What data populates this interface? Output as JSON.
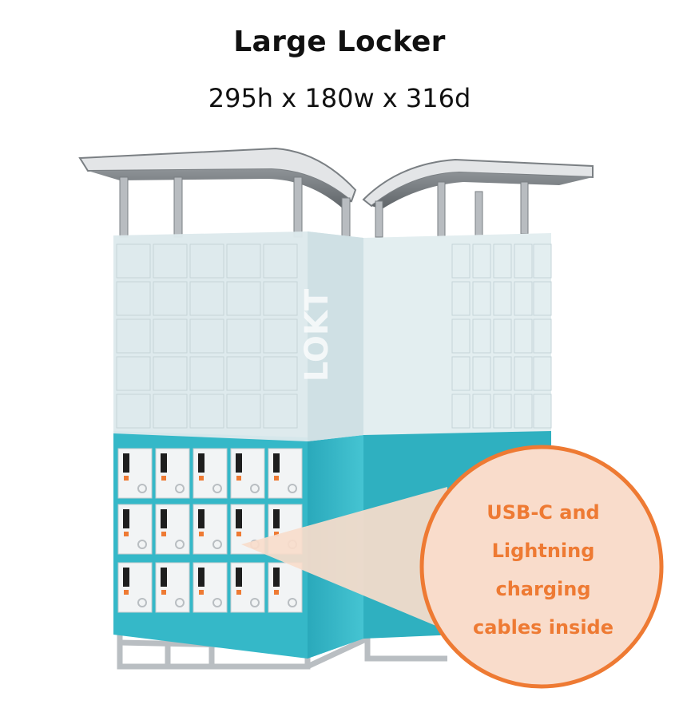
{
  "header": {
    "title": "Large Locker",
    "dimensions": "295h x 180w x 316d"
  },
  "product": {
    "brand_mark": "LOKT",
    "colors": {
      "locker_teal": "#35b8c8",
      "locker_top_overlay": "#dde9ec",
      "callout_fill": "#f9dccb",
      "callout_stroke": "#ee7a33",
      "frame_grey": "#c9ced2"
    }
  },
  "callout": {
    "lines": [
      "USB-C and",
      "Lightning",
      "charging",
      "cables inside"
    ]
  }
}
